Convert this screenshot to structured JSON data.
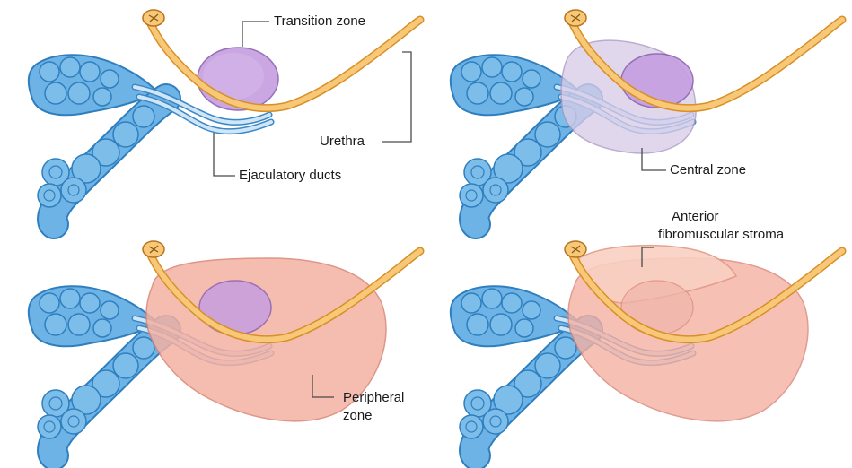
{
  "labels": {
    "transition_zone": "Transition zone",
    "urethra": "Urethra",
    "ejaculatory_ducts": "Ejaculatory ducts",
    "central_zone": "Central zone",
    "anterior_line1": "Anterior",
    "anterior_line2": "fibromuscular stroma",
    "peripheral_line1": "Peripheral",
    "peripheral_line2": "zone"
  },
  "colors": {
    "seminal_vesicle": "#5aa8e0",
    "vas_deferens": "#5aa8e0",
    "urethra": "#f0b95c",
    "transition_zone": "#b58ad0",
    "central_zone": "#c9bfe0",
    "peripheral_zone": "#f2a59a",
    "stroma": "#f7c2b3"
  }
}
